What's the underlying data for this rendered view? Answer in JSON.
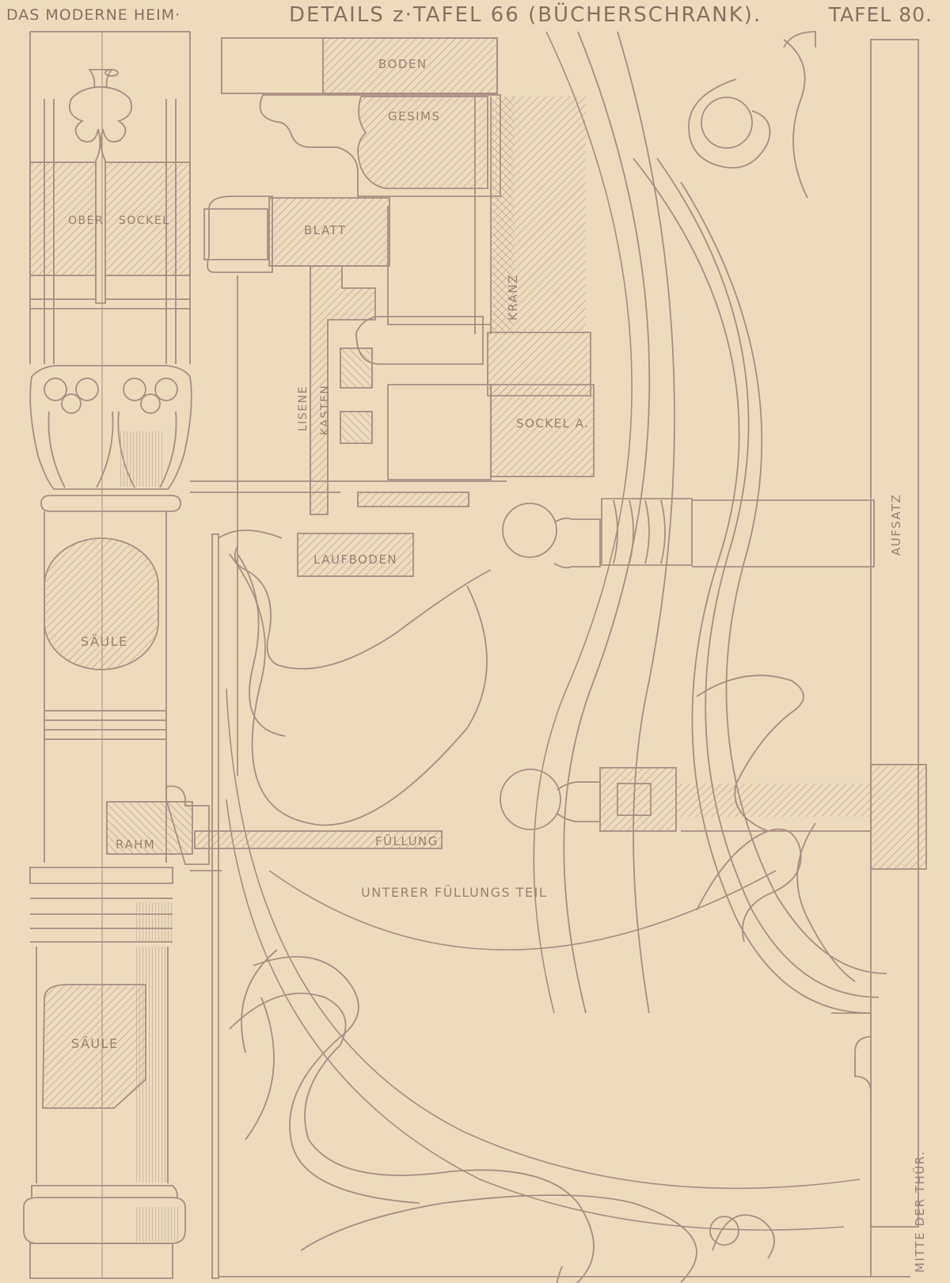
{
  "header": {
    "left": "DAS MODERNE HEIM·",
    "center": "DETAILS z·TAFEL 66 (BÜCHERSCHRANK).",
    "right": "TAFEL 80."
  },
  "labels": {
    "boden": "BODEN",
    "gesims": "GESIMS",
    "blatt": "BLATT",
    "kranz": "KRANZ",
    "ober": "OBER",
    "sockel_top": "SOCKEL",
    "lisene": "LISENE",
    "kasten": "KASTEN",
    "sockel_a": "SOCKEL A.",
    "laufboden": "LAUFBODEN",
    "saeule_1": "SÄULE",
    "saeule_2": "SÄULE",
    "rahm": "RAHM",
    "fuellung": "FÜLLUNG",
    "unterer": "UNTERER FÜLLUNGS TEIL",
    "aufsatz": "AUFSATZ",
    "mitte": "MITTE DER THÜR."
  },
  "colors": {
    "paper": "#ecdcbc",
    "ink": "#a88d82"
  }
}
